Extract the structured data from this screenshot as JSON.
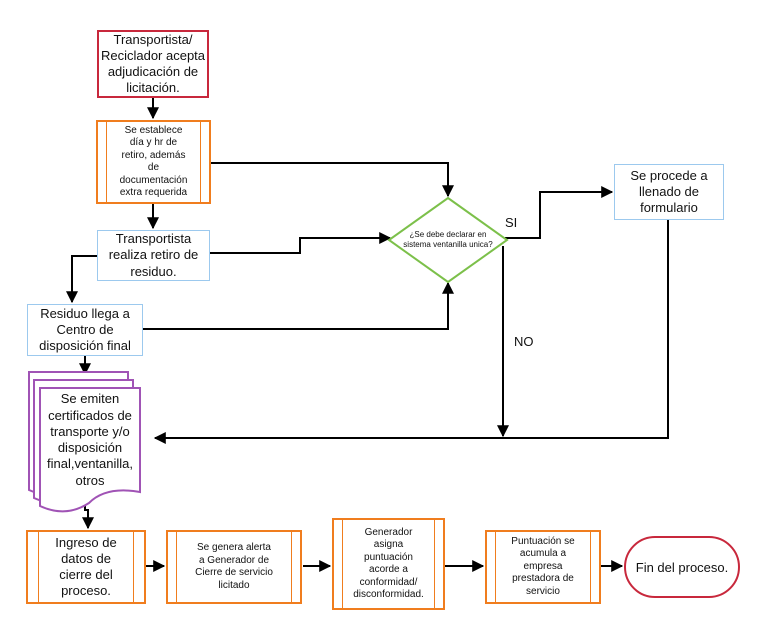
{
  "nodes": {
    "accept": "Transportista/\nReciclador acepta\nadjudicación de\nlicitación.",
    "establish": "Se establece\ndía y hr de\nretiro, además\nde\ndocumentación\nextra requerida",
    "pickup": "Transportista\nrealiza retiro de\nresiduo.",
    "arrives": "Residuo llega a\nCentro de\ndisposición final",
    "decision": "¿Se debe declarar en\nsistema ventanilla unica?",
    "form": "Se procede a\nllenado de\nformulario",
    "certificates": "Se emiten\ncertificados de\ntransporte y/o\ndisposición\nfinal,ventanilla,\notros",
    "closing_data": "Ingreso de\ndatos de\ncierre del\nproceso.",
    "alert": "Se genera alerta\na Generador de\nCierre de servicio\nlicitado",
    "score": "Generador\nasigna\npuntuación\nacorde a\nconformidad/\ndisconformidad.",
    "accumulate": "Puntuación se\nacumula a\nempresa\nprestadora de\nservicio",
    "end": "Fin del proceso."
  },
  "labels": {
    "yes": "SI",
    "no": "NO"
  },
  "colors": {
    "start_border": "#c8283c",
    "process_border": "#f07d1e",
    "io_border": "#9cc9ee",
    "decision_border": "#7cc04a",
    "document_border": "#a053b5",
    "connector": "#000000"
  }
}
